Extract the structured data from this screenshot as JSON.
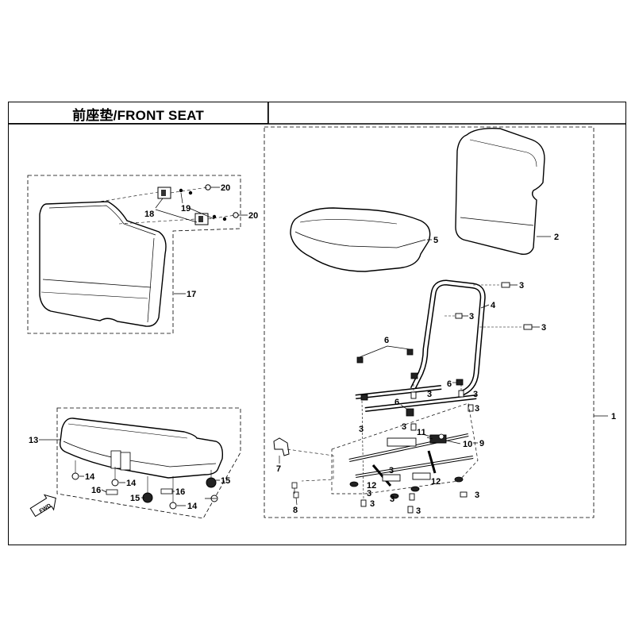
{
  "title": "前座垫/FRONT SEAT",
  "callouts": {
    "c1": "1",
    "c2": "2",
    "c3": "3",
    "c4": "4",
    "c5": "5",
    "c6": "6",
    "c7": "7",
    "c8": "8",
    "c9": "9",
    "c10": "10",
    "c11": "11",
    "c12": "12",
    "c13": "13",
    "c14": "14",
    "c15": "15",
    "c16": "16",
    "c17": "17",
    "c18": "18",
    "c19": "19",
    "c20": "20"
  },
  "fwd_label": "FWD",
  "colors": {
    "line": "#000000",
    "fill": "#ffffff",
    "shade": "#3a3a3a"
  }
}
